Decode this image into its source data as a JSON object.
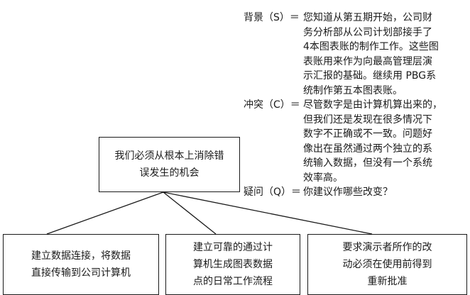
{
  "scqa": {
    "background": {
      "label": "背景（S）＝",
      "lines": [
        "您知道从第五期开始，公司财",
        "务分析部从公司计划部接手了",
        "4本图表账的制作工作。这些图",
        "表账用来作为向最高管理层演",
        "示汇报的基础。继续用 PBG系",
        "统制作第五本图表账。"
      ]
    },
    "complication": {
      "label": "冲突（C）＝",
      "lines": [
        "尽管数字是由计算机算出来的，",
        "但我们还是发现在很多情况下",
        "数字不正确或不一致。问题好",
        "像出在虽然通过两个独立的系",
        "统输入数据，但没有一个系统",
        "效率高。"
      ]
    },
    "question": {
      "label": "疑问（Q）＝",
      "lines": [
        "你建议作哪些改变？"
      ]
    }
  },
  "tree": {
    "root": {
      "lines": [
        "我们必须从根本上消除错",
        "误发生的机会"
      ]
    },
    "children": [
      {
        "lines": [
          "建立数据连接，将数据",
          "直接传输到公司计算机"
        ]
      },
      {
        "lines": [
          "建立可靠的通过计",
          "算机生成图表数据",
          "点的日常工作流程"
        ]
      },
      {
        "lines": [
          "要求演示者所作的改",
          "动必须在使用前得到",
          "重新批准"
        ]
      }
    ]
  }
}
